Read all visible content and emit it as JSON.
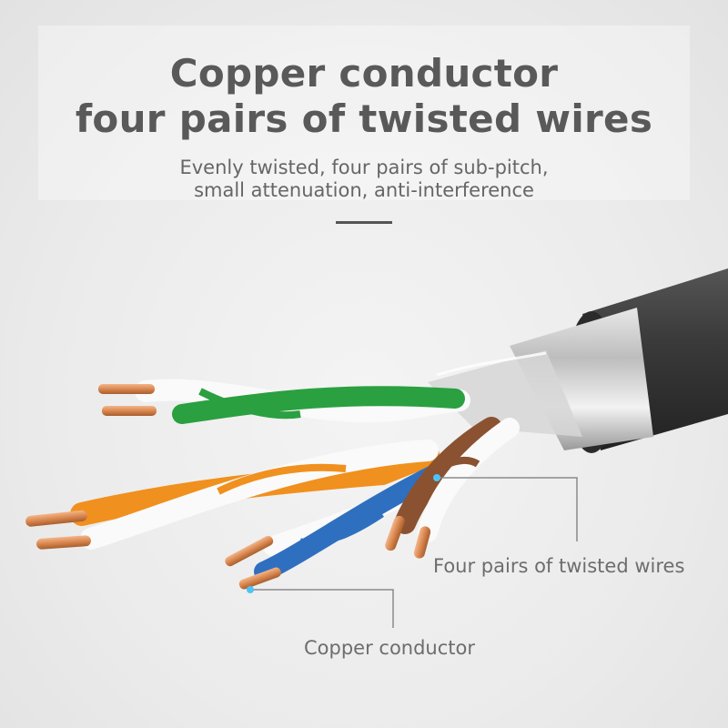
{
  "heading": {
    "line1": "Copper conductor",
    "line2": "four pairs of twisted wires"
  },
  "subheading": {
    "line1": "Evenly twisted, four pairs of sub-pitch,",
    "line2": "small attenuation, anti-interference"
  },
  "callouts": {
    "pairs": "Four pairs of twisted wires",
    "copper": "Copper conductor"
  },
  "colors": {
    "title": "#595959",
    "green": "#2aa040",
    "orange": "#f0901e",
    "blue": "#2f6fc0",
    "brown": "#8a5230",
    "copper": "#d9874f",
    "jacket": "#3a3a3a",
    "shield": "#c8c8c8"
  },
  "icons": [
    "pair-marker-dot",
    "pair-marker-dot"
  ]
}
